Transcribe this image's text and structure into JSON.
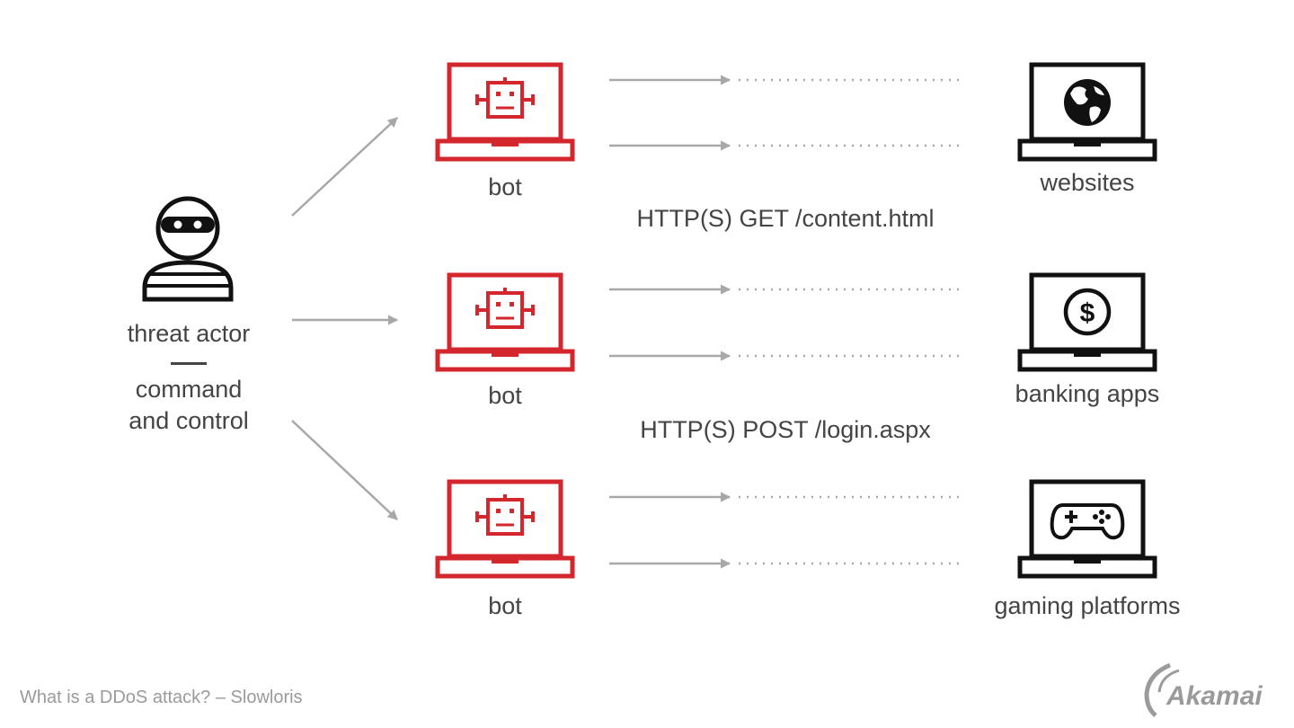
{
  "colors": {
    "bot": "#d3262d",
    "target": "#111111",
    "arrow": "#a8a8a8",
    "text": "#444444",
    "muted": "#9a9a9a"
  },
  "actor": {
    "line1": "threat actor",
    "line2": "command",
    "line3": "and control",
    "icon": "masked-person-icon"
  },
  "bots": [
    {
      "label": "bot",
      "icon": "robot-laptop-icon"
    },
    {
      "label": "bot",
      "icon": "robot-laptop-icon"
    },
    {
      "label": "bot",
      "icon": "robot-laptop-icon"
    }
  ],
  "requests": [
    {
      "label": "HTTP(S) GET /content.html"
    },
    {
      "label": "HTTP(S) POST /login.aspx"
    }
  ],
  "targets": [
    {
      "label": "websites",
      "icon": "globe-laptop-icon"
    },
    {
      "label": "banking apps",
      "icon": "dollar-laptop-icon"
    },
    {
      "label": "gaming platforms",
      "icon": "gamepad-laptop-icon"
    }
  ],
  "footer": {
    "caption": "What is a DDoS attack? – Slowloris",
    "logo": "Akamai"
  }
}
